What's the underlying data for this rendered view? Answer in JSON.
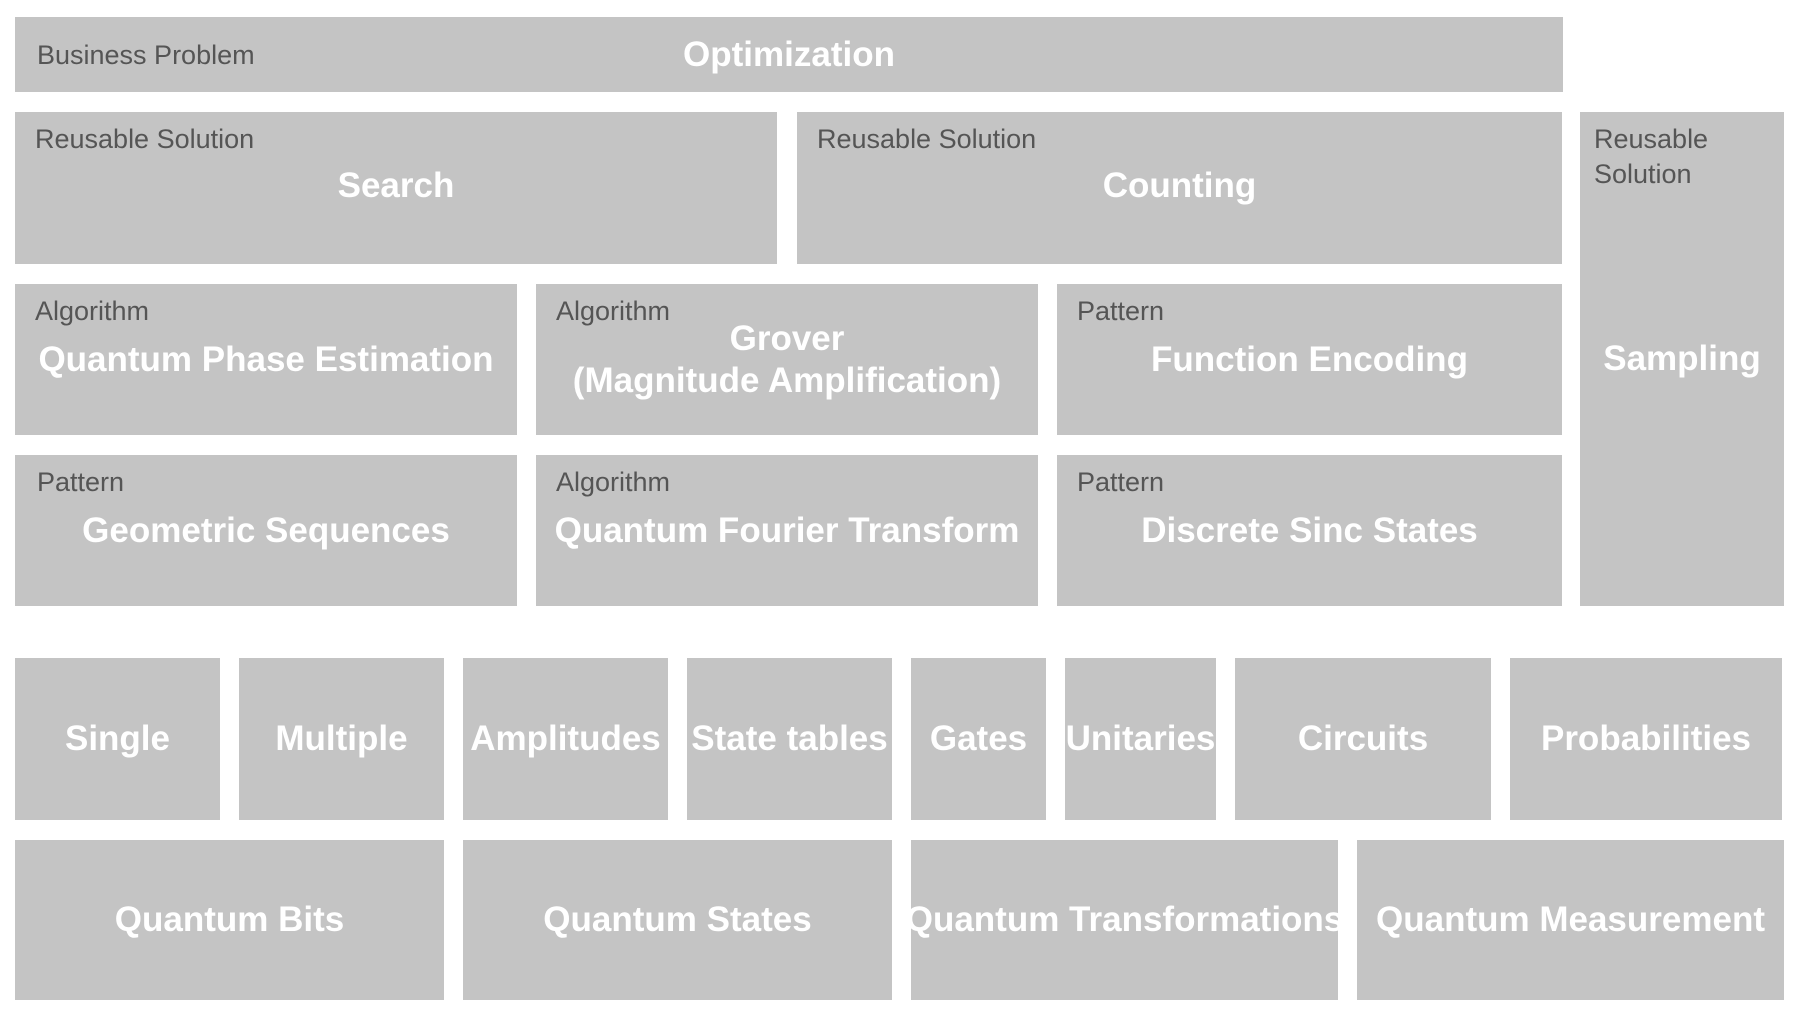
{
  "business_problem": {
    "category": "Business Problem",
    "title": "Optimization"
  },
  "solutions": [
    {
      "category": "Reusable Solution",
      "title": "Search"
    },
    {
      "category": "Reusable Solution",
      "title": "Counting"
    },
    {
      "category": "Reusable Solution",
      "title": "Sampling"
    }
  ],
  "middle_row1": [
    {
      "category": "Algorithm",
      "title": "Quantum Phase Estimation"
    },
    {
      "category": "Algorithm",
      "title": "Grover",
      "title_line2": "(Magnitude Amplification)"
    },
    {
      "category": "Pattern",
      "title": "Function Encoding"
    }
  ],
  "middle_row2": [
    {
      "category": "Pattern",
      "title": "Geometric Sequences"
    },
    {
      "category": "Algorithm",
      "title": "Quantum Fourier Transform"
    },
    {
      "category": "Pattern",
      "title": "Discrete Sinc States"
    }
  ],
  "concepts": [
    "Single",
    "Multiple",
    "Amplitudes",
    "State tables",
    "Gates",
    "Unitaries",
    "Circuits",
    "Probabilities"
  ],
  "foundations": [
    "Quantum Bits",
    "Quantum States",
    "Quantum Transformations",
    "Quantum Measurement"
  ]
}
